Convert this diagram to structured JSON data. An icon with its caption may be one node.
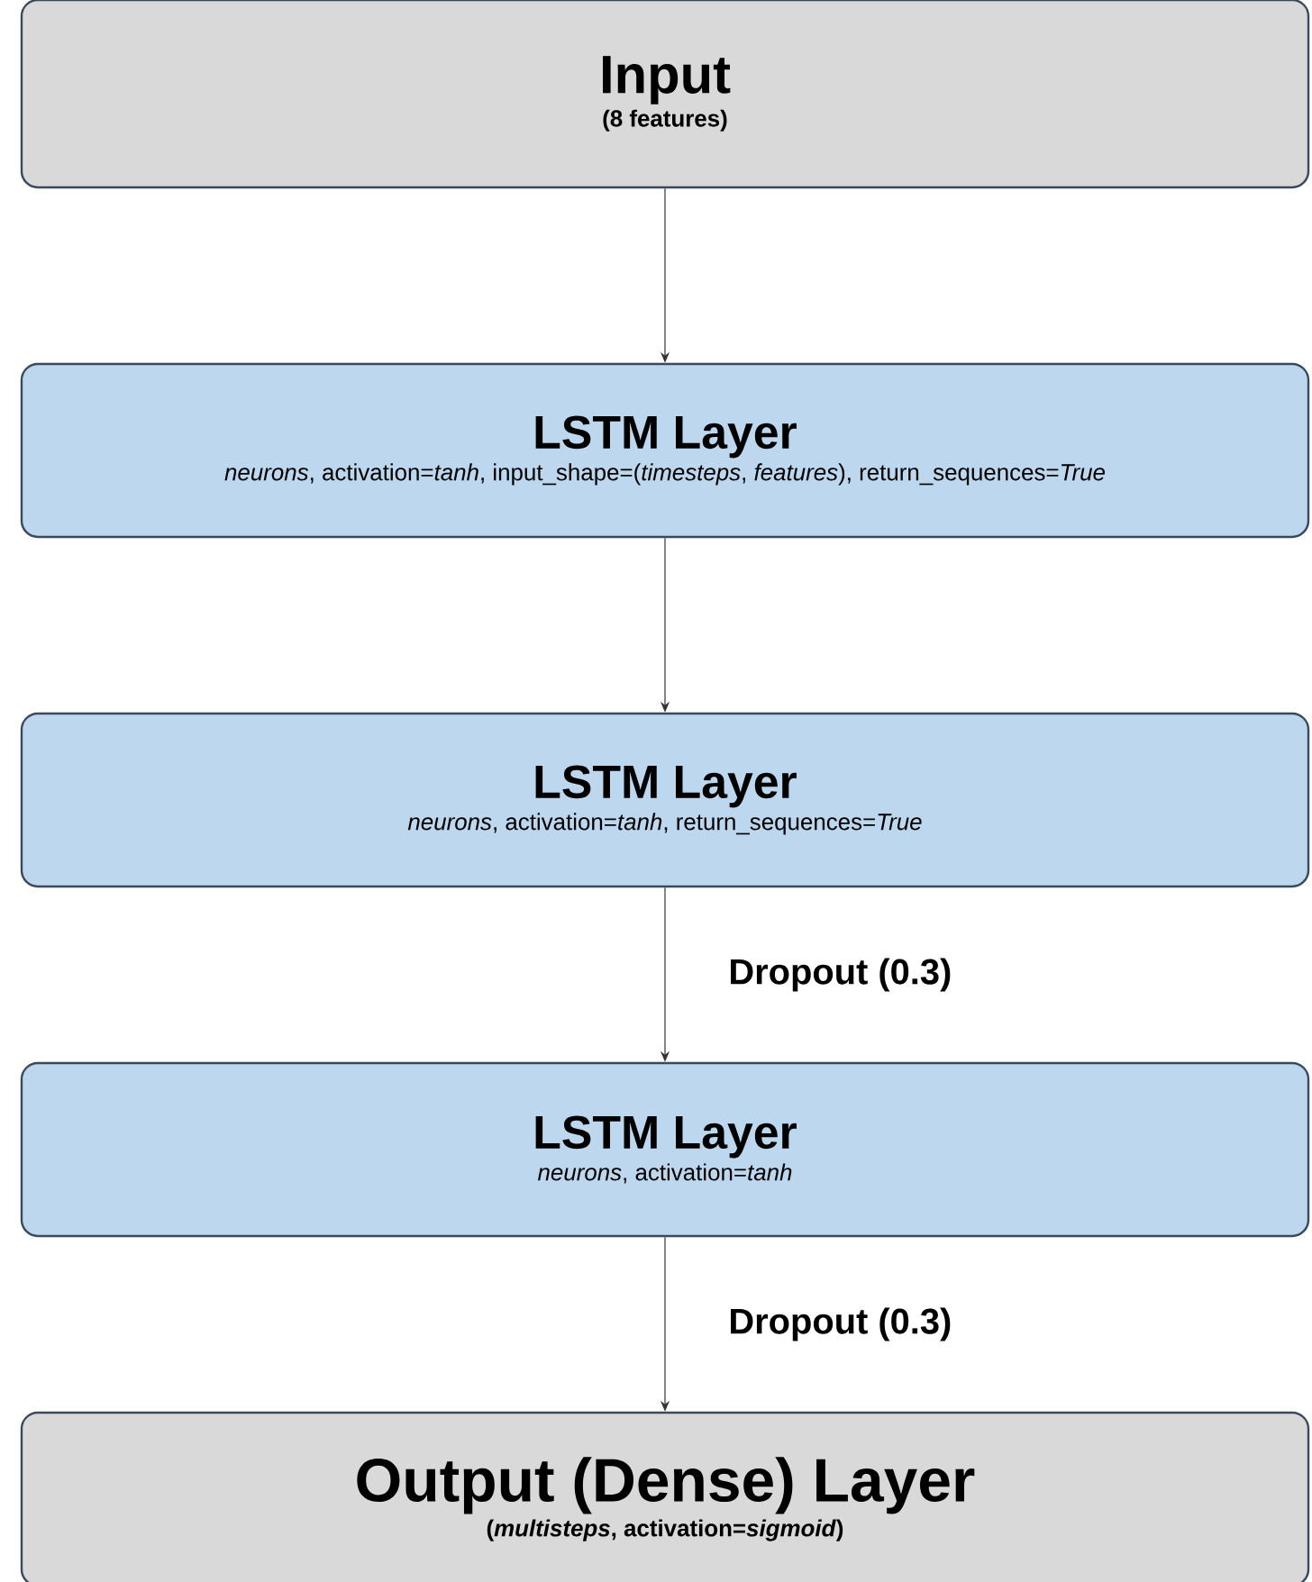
{
  "diagram": {
    "nodes": [
      {
        "text": [
          "Input",
          "(8 features)"
        ]
      },
      {
        "text": [
          "LSTM Layer",
          "*neurons*, activation=*tanh*, input_shape=(*timesteps*, *features*), return_sequences=*True*"
        ]
      },
      {
        "text": [
          "LSTM Layer",
          "*neurons*, activation=*tanh*, return_sequences=*True*"
        ]
      },
      {
        "text": [
          "LSTM Layer",
          "*neurons*, activation=*tanh*"
        ]
      },
      {
        "text": [
          "Output (Dense) Layer",
          "(*multisteps*, activation=*sigmoid*)"
        ]
      }
    ],
    "edges": [
      {
        "from": 0,
        "to": 1,
        "arrow": "to"
      },
      {
        "from": 1,
        "to": 2,
        "arrow": "to"
      },
      {
        "from": 2,
        "to": 3,
        "arrow": "to",
        "label": "Dropout (0.3)"
      },
      {
        "from": 3,
        "to": 4,
        "arrow": "to",
        "label": "Dropout (0.3)"
      }
    ]
  }
}
